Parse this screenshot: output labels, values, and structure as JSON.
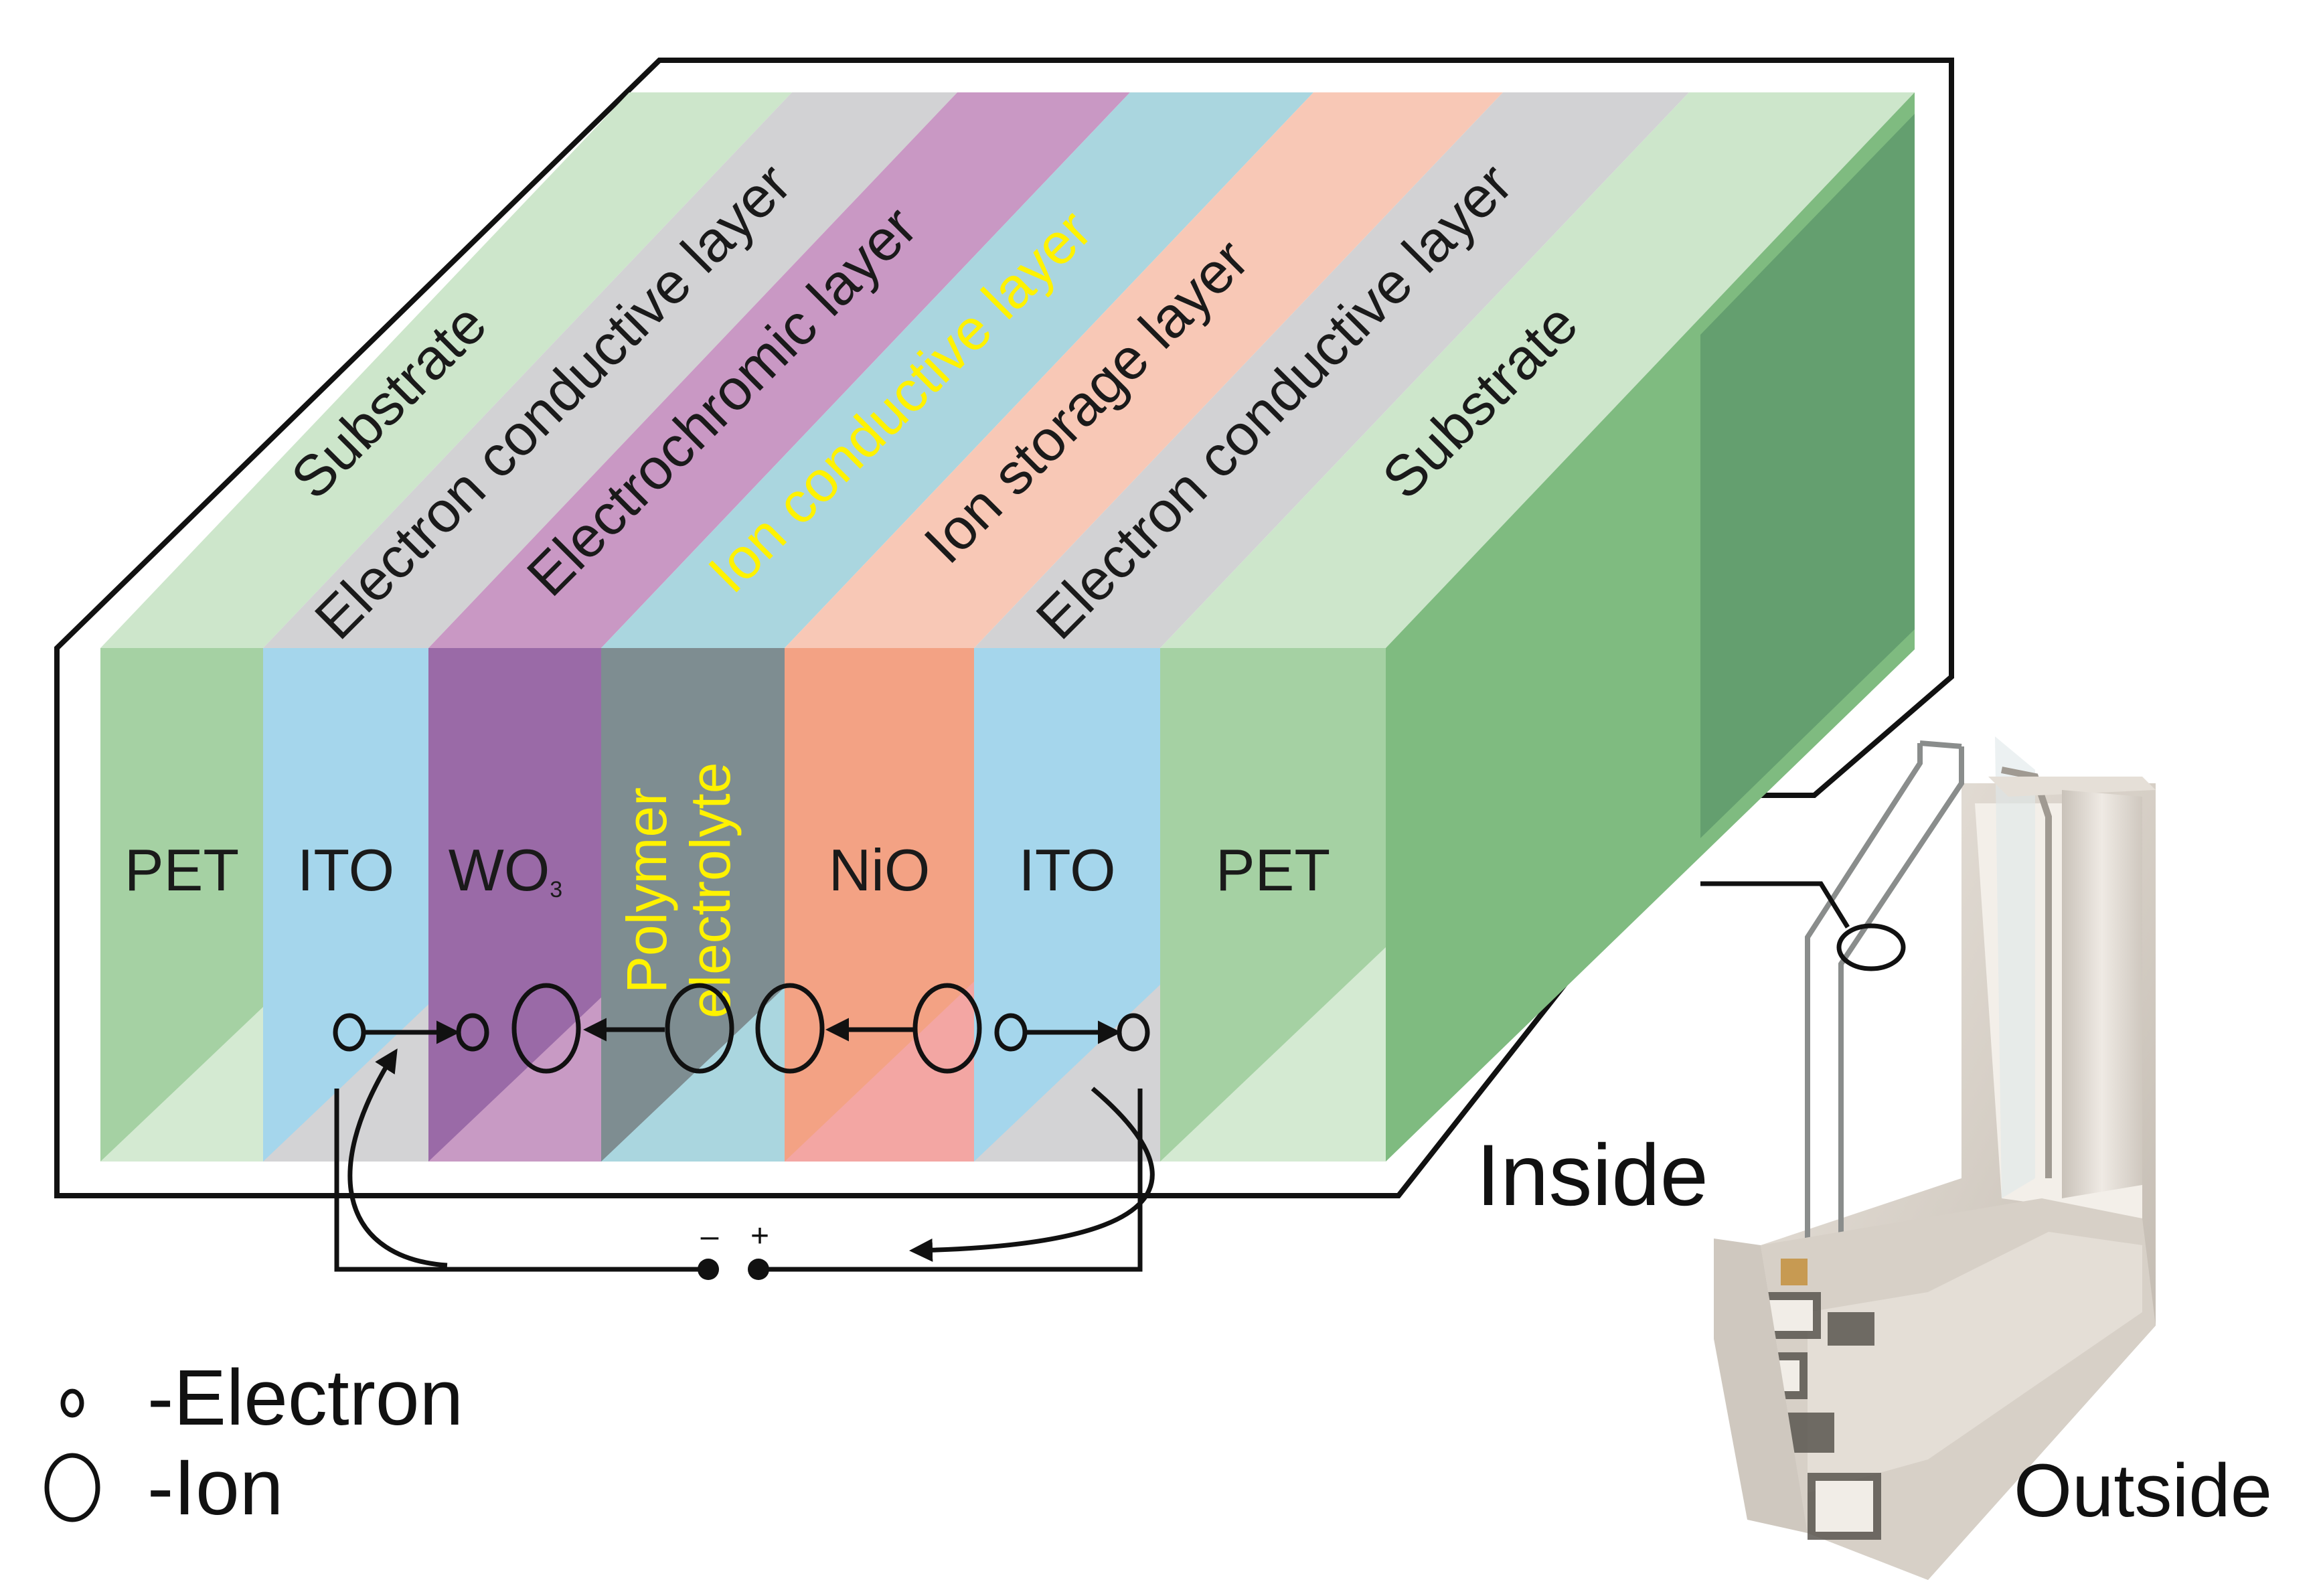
{
  "layers": [
    {
      "top_label": "Substrate",
      "material": "PET",
      "front": "#a5d1a3",
      "top": "#cde6cb",
      "bottom": "#d4ead2"
    },
    {
      "top_label": "Electron conductive layer",
      "material": "ITO",
      "front": "#a5d6ec",
      "top": "#d2d2d4",
      "bottom": "#d3d3d5"
    },
    {
      "top_label": "Electrochromic layer",
      "material": "WO",
      "material_sub": "3",
      "front": "#9a6aa7",
      "top": "#c998c4",
      "bottom": "#c89ac4"
    },
    {
      "top_label": "Ion conductive layer",
      "material": "Polymer",
      "material_line2": "electrolyte",
      "front": "#7e8d91",
      "top": "#aad6df",
      "bottom": "#aad6df",
      "label_color": "#fff200"
    },
    {
      "top_label": "Ion storage layer",
      "material": "NiO",
      "front": "#f3a284",
      "top": "#f8c8b6",
      "bottom": "#f3a6a3"
    },
    {
      "top_label": "Electron conductive layer",
      "material": "ITO",
      "front": "#a5d6ec",
      "top": "#d2d2d4",
      "bottom": "#d3d3d5"
    },
    {
      "top_label": "Substrate",
      "material": "PET",
      "front": "#a5d1a3",
      "top": "#cde6cb",
      "bottom": "#d4ead2"
    }
  ],
  "side_face": {
    "color": "#7fbb80",
    "dark": "#5f9a6c"
  },
  "circuit": {
    "minus": "–",
    "plus": "+"
  },
  "legend": {
    "electron": "-Electron",
    "ion": "-Ion"
  },
  "window": {
    "inside": "Inside",
    "outside": "Outside"
  }
}
